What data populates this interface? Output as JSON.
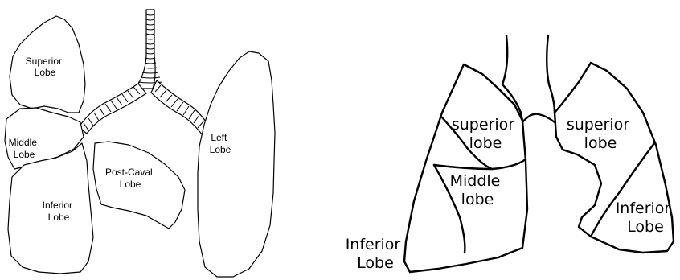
{
  "left_diagram": {
    "superior": [
      "Superior",
      "Lobe"
    ],
    "middle": [
      "Middle",
      "Lobe"
    ],
    "inferior": [
      "Inferior",
      "Lobe"
    ],
    "post_caval": [
      "Post-Caval",
      "Lobe"
    ],
    "left": [
      "Left",
      "Lobe"
    ]
  },
  "right_diagram": {
    "superior_right": [
      "superior",
      "lobe"
    ],
    "middle": [
      "Middle",
      "lobe"
    ],
    "inferior_left": [
      "Inferior",
      "Lobe"
    ],
    "superior_left": [
      "superior",
      "lobe"
    ],
    "inferior_right": [
      "Inferior",
      "Lobe"
    ]
  }
}
